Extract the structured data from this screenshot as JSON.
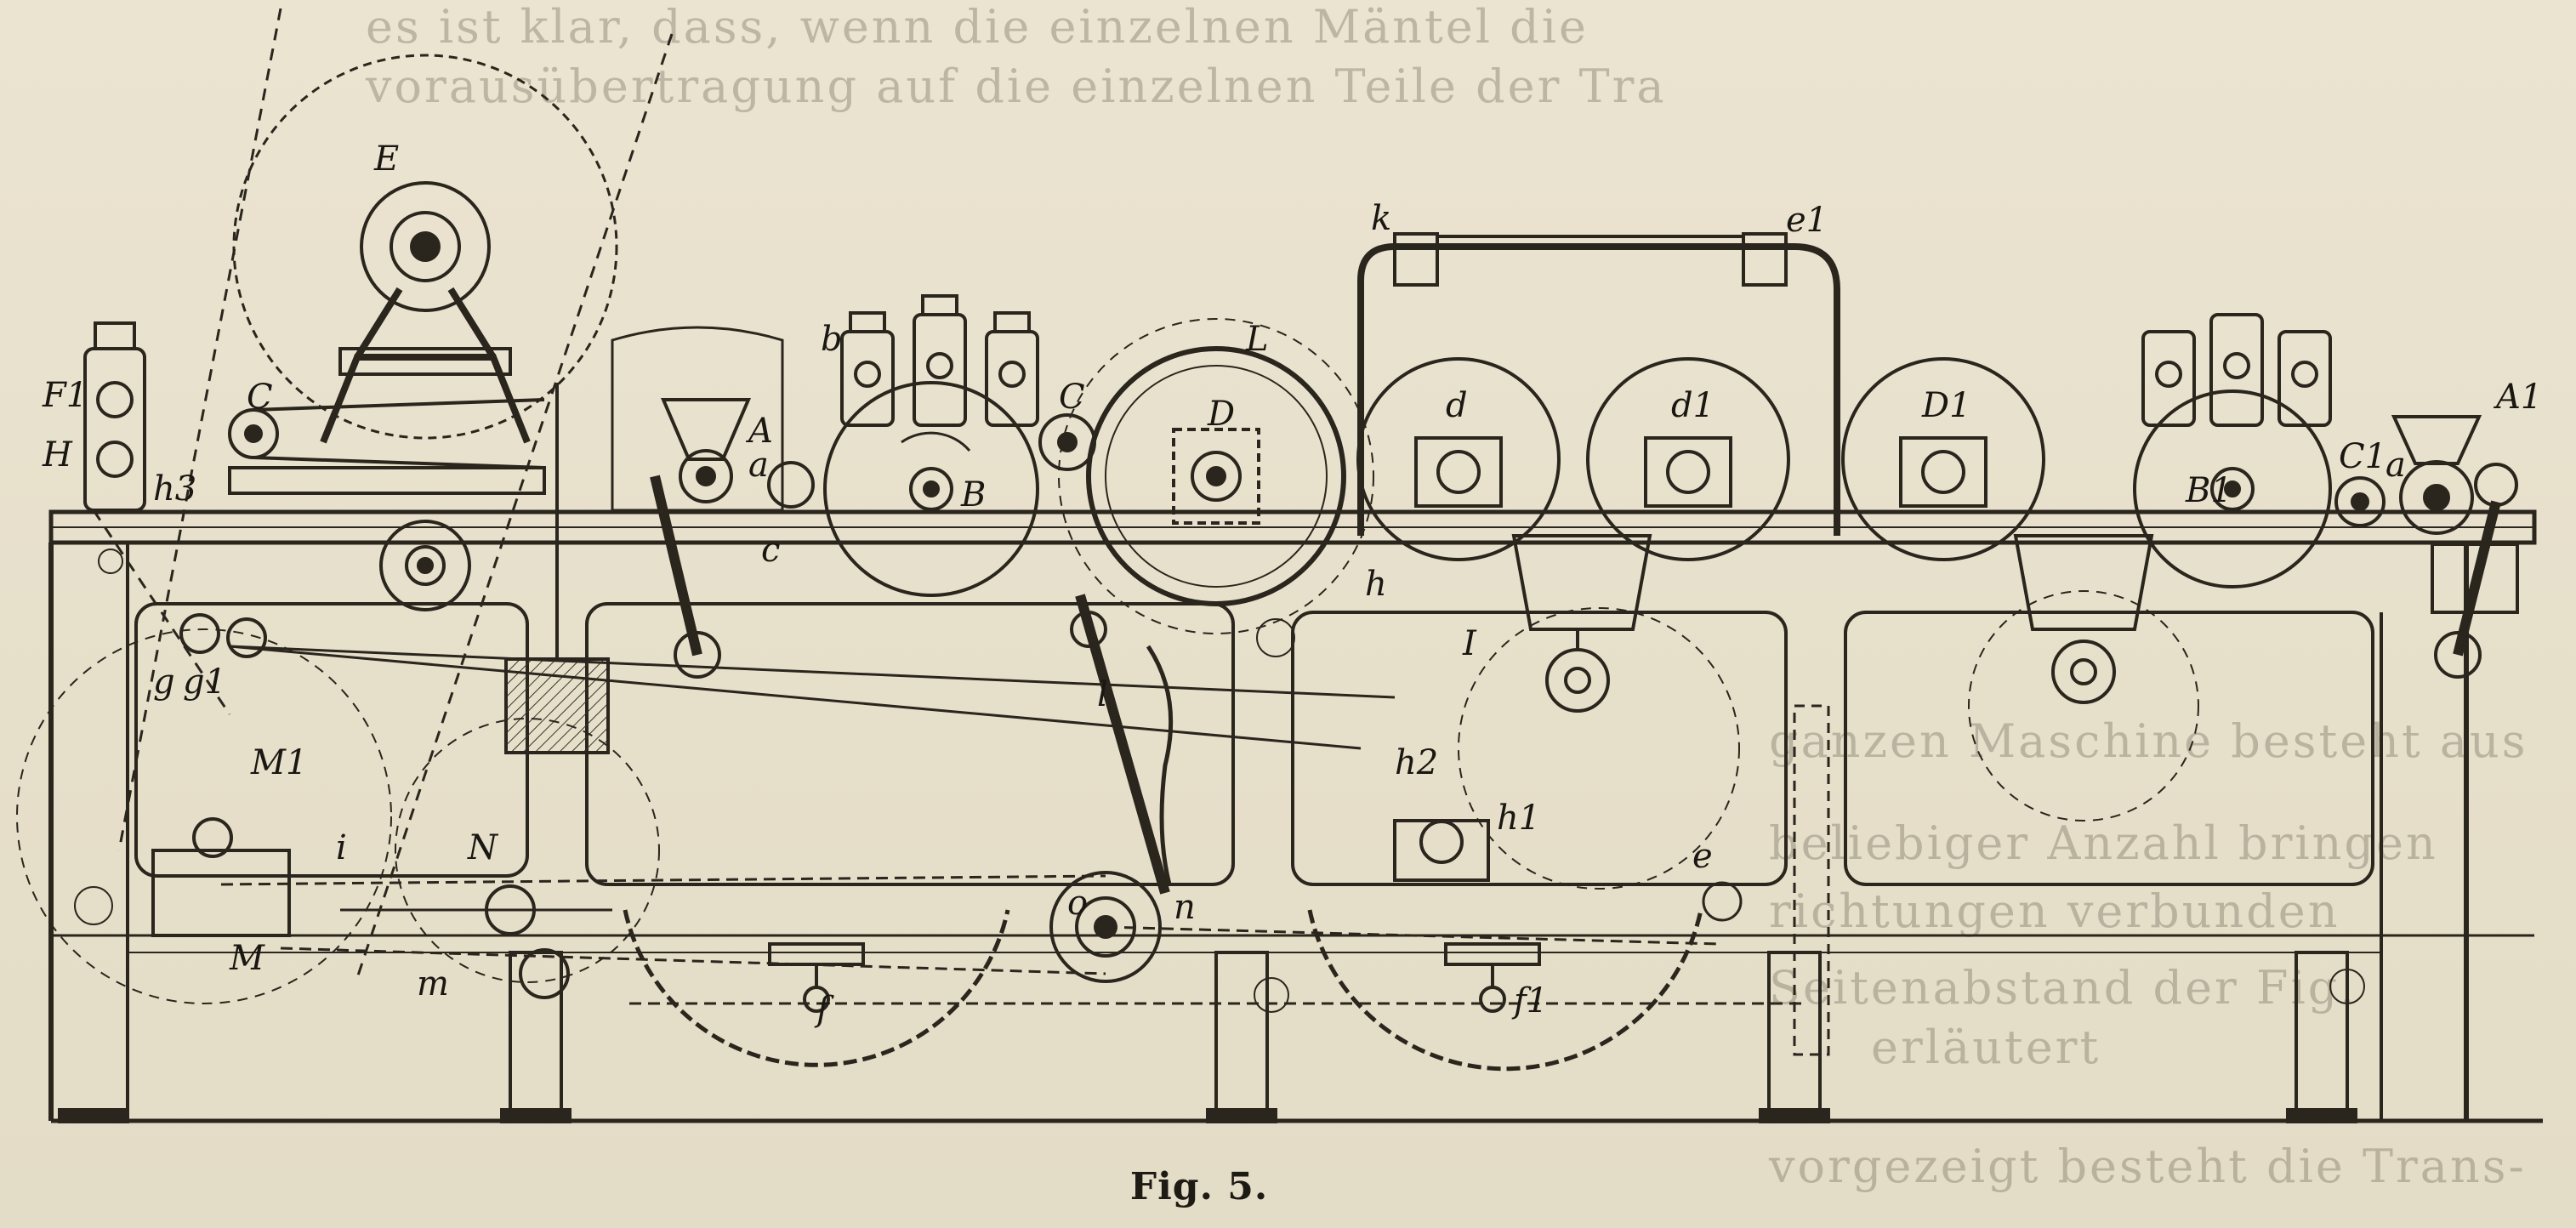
{
  "figure": {
    "caption": "Fig. 5.",
    "bleed_through_text": [
      "es ist klar, dass, wenn die einzelnen Mäntel die",
      "vorausübertragung auf die einzelnen Teile der Tra",
      "ganzen Maschine besteht aus",
      "beliebiger Anzahl bringen",
      "richtungen verbunden",
      "Seitenabstand der Fig.",
      "erläutert",
      "vorgezeigt besteht die Trans-"
    ],
    "labels": {
      "E": "E",
      "F1": "F1",
      "H": "H",
      "h3": "h3",
      "C_left": "C",
      "A": "A",
      "a": "a",
      "c": "c",
      "b": "b",
      "B": "B",
      "C_mid": "C",
      "D": "D",
      "d": "d",
      "d1": "d1",
      "D1": "D1",
      "e": "e",
      "e1": "e1",
      "L": "L",
      "h": "h",
      "h1": "h1",
      "h2": "h2",
      "I": "I",
      "B1": "B1",
      "C1": "C1",
      "A1": "A1",
      "a_right": "a",
      "g": "g",
      "g1": "g1",
      "M": "M",
      "M1": "M1",
      "m": "m",
      "N": "N",
      "f": "f",
      "f1": "f1",
      "n": "n",
      "o": "o",
      "l": "l",
      "i": "i",
      "k": "k"
    }
  }
}
